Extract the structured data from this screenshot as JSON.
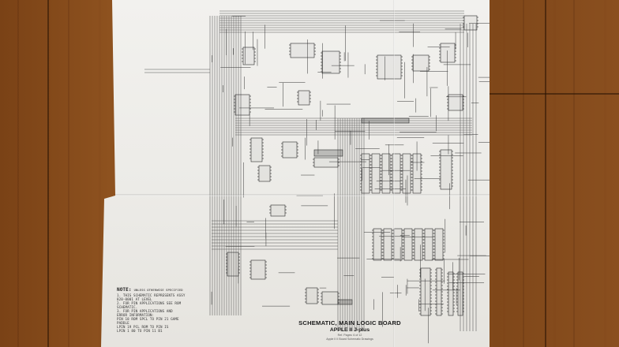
{
  "scene": {
    "description_kind": "photo",
    "background": "wood floor",
    "colors": {
      "wood": "#8a4f1f",
      "paper": "#efeeea",
      "ink": "#2b2b2b"
    }
  },
  "notes": {
    "title": "NOTE:",
    "title_suffix": "UNLESS OTHERWISE SPECIFIED",
    "lines": [
      "1. THIS SCHEMATIC REPRESENTS ASSY",
      "   820-0001 AT LEVEL",
      "2. FOR PIN APPLICATIONS SEE ROM",
      "   SCHEMATIC.",
      "3. FOR PIN APPLICATIONS AND",
      "   ERROR INFORMATION:",
      "   PIN 18 ROM SPCL TO PIN 21 GAME",
      "   PADDLE",
      "   LPIN 19 PCL ROM TO PIN IS",
      "   LPIN 1 80 TO PIN 11 B1"
    ]
  },
  "title_block": {
    "main": "SCHEMATIC, MAIN LOGIC BOARD",
    "sub": "APPLE II J-plus",
    "fine1": "Ref. Pages: 6 of 12",
    "fine2": "Apple II II Board Schematic Drawings"
  }
}
